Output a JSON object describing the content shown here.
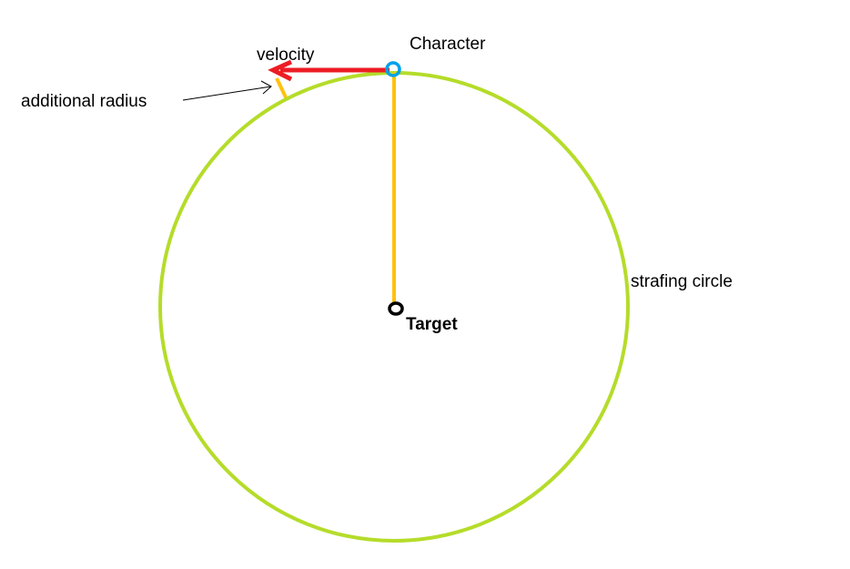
{
  "labels": {
    "velocity": "velocity",
    "character": "Character",
    "additional_radius": "additional radius",
    "strafing_circle": "strafing circle",
    "target": "Target"
  },
  "colors": {
    "circle": "#b5dc2a",
    "radius_line": "#ffc20e",
    "velocity_arrow": "#ed1c24",
    "character_marker": "#00a2e8",
    "target_marker": "#000000",
    "pointer_arrow": "#000000",
    "background": "#ffffff"
  }
}
